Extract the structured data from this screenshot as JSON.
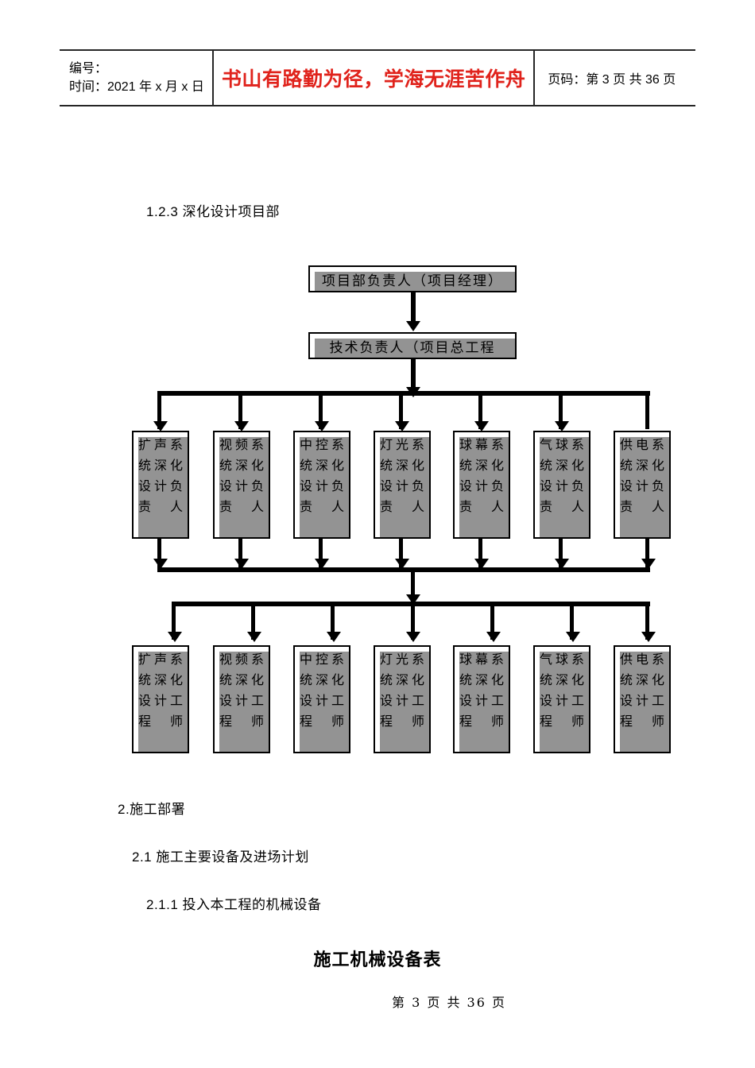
{
  "header": {
    "left_line1": "编号：",
    "left_line2": "时间：2021 年 x 月 x 日",
    "slogan": "书山有路勤为径，学海无涯苦作舟",
    "right": "页码：第 3 页  共 36 页",
    "slogan_color": "#e0231c"
  },
  "headings": {
    "h123": "1.2.3 深化设计项目部",
    "h2": "2.施工部署",
    "h21": "2.1 施工主要设备及进场计划",
    "h211": "2.1.1 投入本工程的机械设备"
  },
  "table_title": "施工机械设备表",
  "footer": "第 3 页 共 36 页",
  "org_chart": {
    "top_boxes": [
      {
        "label": "项目部负责人（项目经理）"
      },
      {
        "label": "技术负责人（项目总工程"
      }
    ],
    "row1": [
      {
        "label": "扩声系统深化设计负责人"
      },
      {
        "label": "视频系统深化设计负责人"
      },
      {
        "label": "中控系统深化设计负责人"
      },
      {
        "label": "灯光系统深化设计负责人"
      },
      {
        "label": "球幕系统深化设计负责人"
      },
      {
        "label": "气球系统深化设计负责人"
      },
      {
        "label": "供电系统深化设计负责人"
      }
    ],
    "row2": [
      {
        "label": "扩声系统深化设计工程师"
      },
      {
        "label": "视频系统深化设计工程师"
      },
      {
        "label": "中控系统深化设计工程师"
      },
      {
        "label": "灯光系统深化设计工程师"
      },
      {
        "label": "球幕系统深化设计工程师"
      },
      {
        "label": "气球系统深化设计工程师"
      },
      {
        "label": "供电系统深化设计工程师"
      }
    ]
  }
}
